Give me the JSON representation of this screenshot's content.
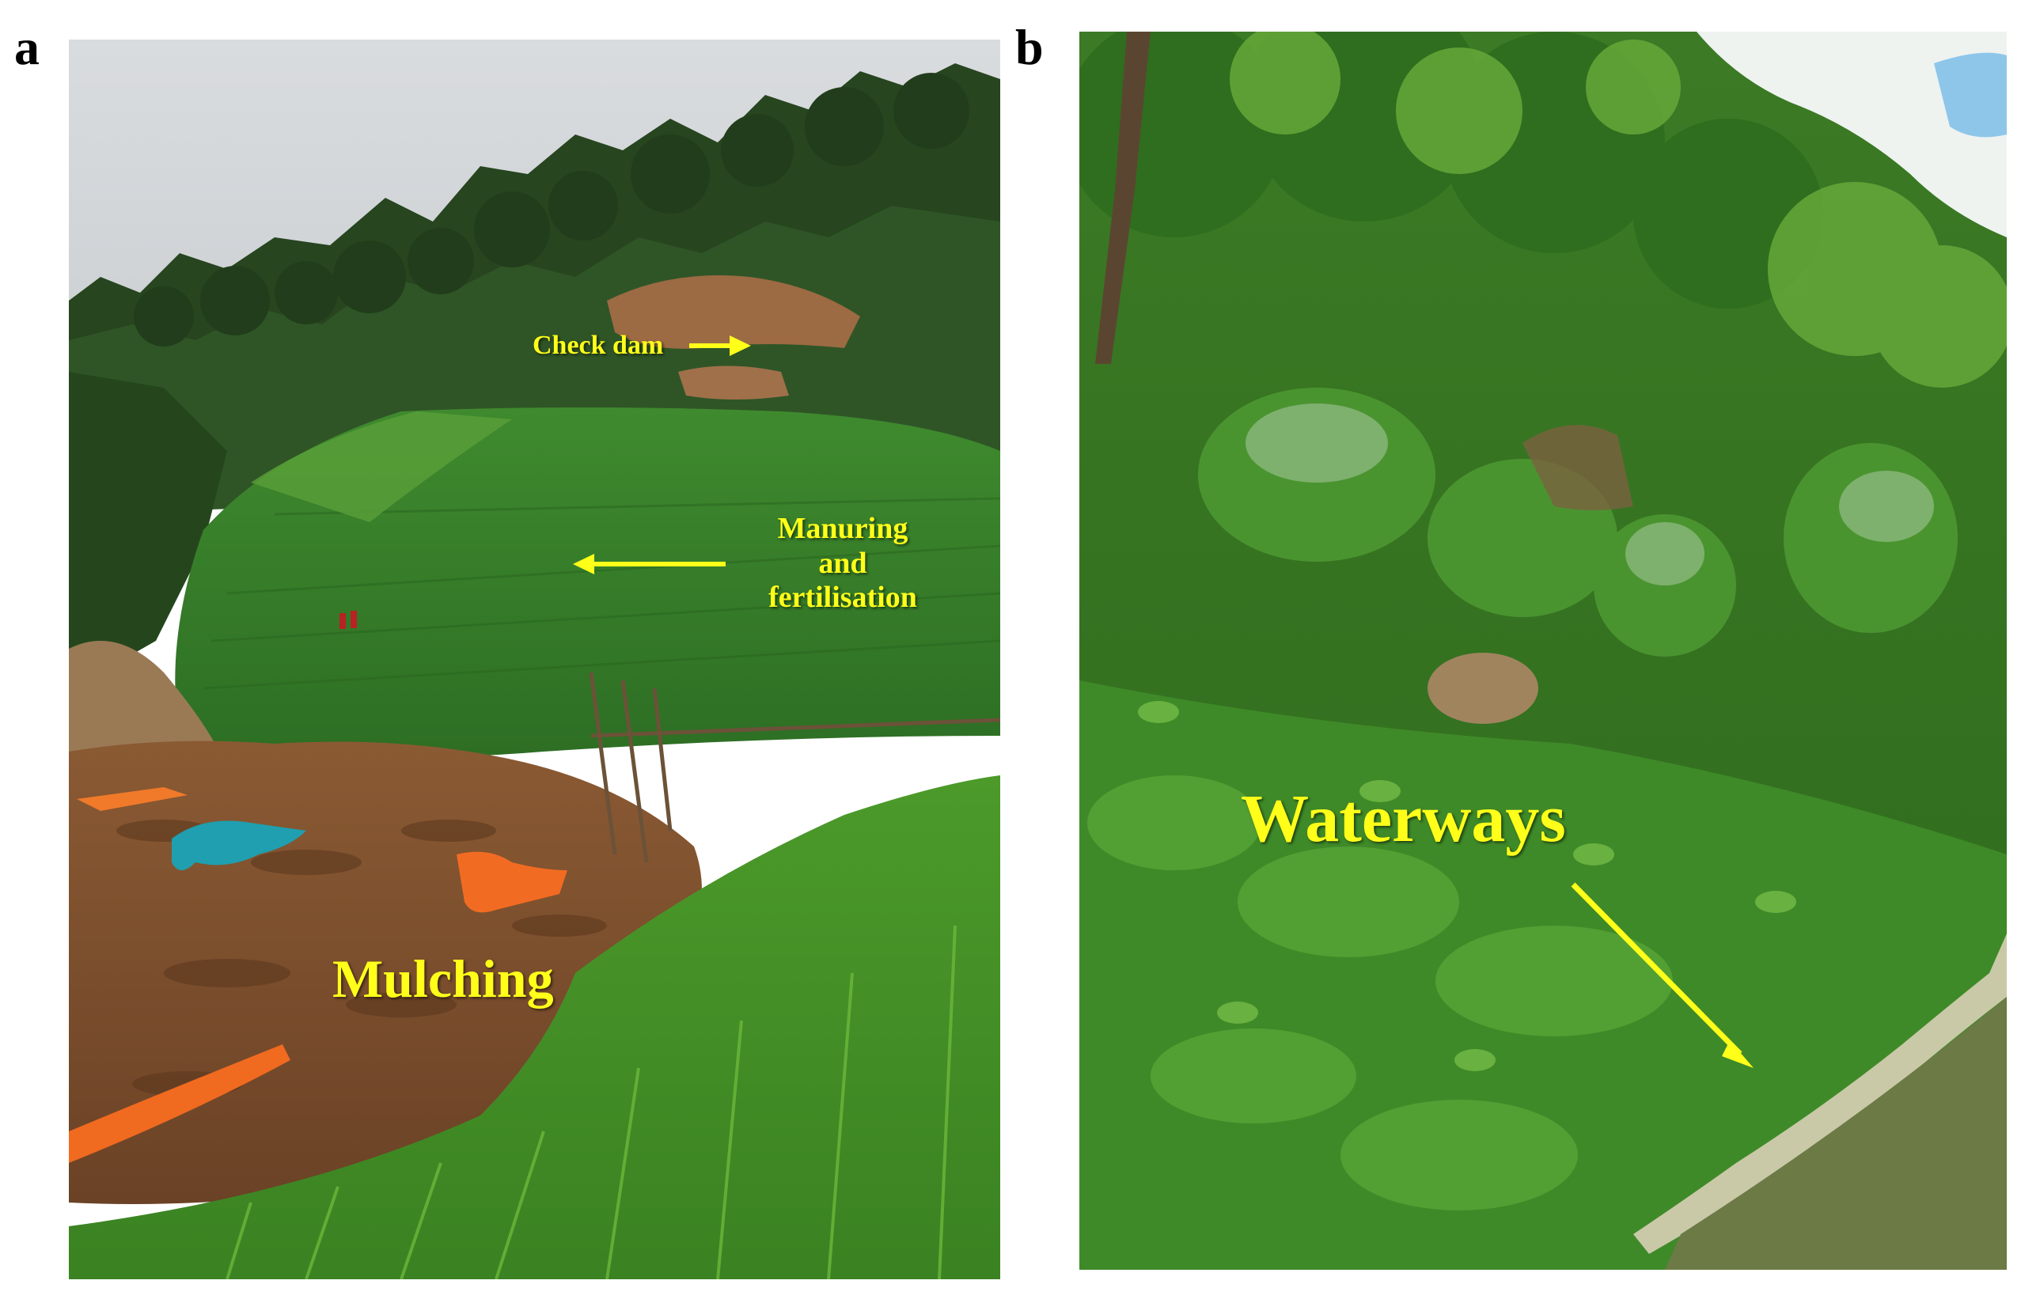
{
  "figure": {
    "panels": [
      {
        "letter": "a",
        "labels": {
          "check_dam": "Check dam",
          "manuring_line1": "Manuring",
          "manuring_line2": "and",
          "manuring_line3": "fertilisation",
          "mulching": "Mulching"
        }
      },
      {
        "letter": "b",
        "labels": {
          "waterways": "Waterways"
        }
      }
    ],
    "annotation_color": "#ffff1a"
  }
}
